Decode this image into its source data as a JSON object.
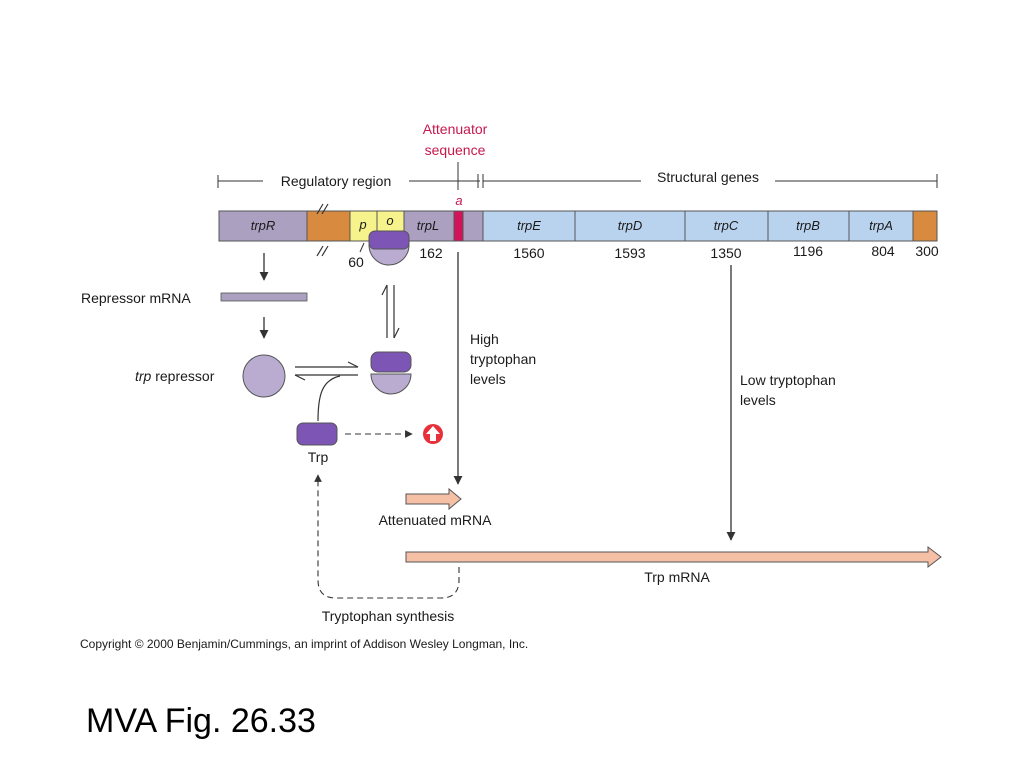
{
  "attenuator": {
    "line1": "Attenuator",
    "line2": "sequence",
    "a": "a"
  },
  "regions": {
    "regulatory": "Regulatory region",
    "structural": "Structural genes"
  },
  "genes": {
    "trpR": "trpR",
    "p": "p",
    "o": "o",
    "trpL": "trpL",
    "trpE": "trpE",
    "trpD": "trpD",
    "trpC": "trpC",
    "trpB": "trpB",
    "trpA": "trpA"
  },
  "lengths": {
    "p": "60",
    "trpL": "162",
    "trpE": "1560",
    "trpD": "1593",
    "trpC": "1350",
    "trpB": "1196",
    "trpA": "804",
    "end": "300"
  },
  "labels": {
    "repressor_mrna": "Repressor mRNA",
    "trp_repressor_italic": "trp",
    "trp_repressor_rest": " repressor",
    "trp": "Trp",
    "high": [
      "High",
      "tryptophan",
      "levels"
    ],
    "low": [
      "Low tryptophan",
      "levels"
    ],
    "attenuated_mrna": "Attenuated mRNA",
    "trp_mrna": "Trp mRNA",
    "synthesis": "Tryptophan synthesis"
  },
  "copyright": "Copyright © 2000 Benjamin/Cummings, an imprint of Addison Wesley Longman, Inc.",
  "caption": "MVA Fig. 26.33",
  "colors": {
    "regulatory_gene": "#aba0c0",
    "spacer": "#d88a3e",
    "promoter_operator": "#f6f28c",
    "structural_gene": "#b9d3ef",
    "attenuator": "#d4145a",
    "repressor": "#7d55b4",
    "repressor_light": "#b9acd0",
    "mrna": "#f5c0a6"
  }
}
